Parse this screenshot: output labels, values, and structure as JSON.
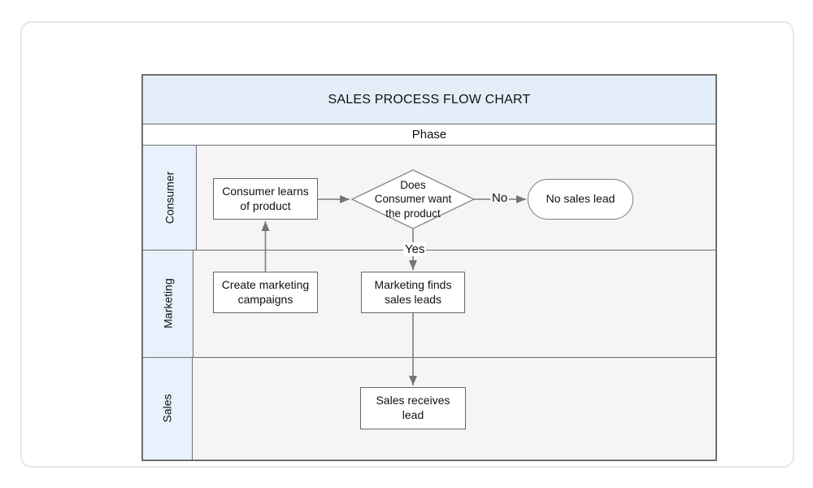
{
  "diagram": {
    "title": "SALES PROCESS FLOW CHART",
    "phase_label": "Phase",
    "lanes": [
      {
        "label": "Consumer"
      },
      {
        "label": "Marketing"
      },
      {
        "label": "Sales"
      }
    ],
    "nodes": {
      "consumer_learns": {
        "type": "process",
        "lane": "Consumer",
        "label": "Consumer learns of product",
        "lines": [
          "Consumer learns",
          "of product"
        ]
      },
      "decision": {
        "type": "decision",
        "lane": "Consumer",
        "label": "Does Consumer want the product",
        "lines": [
          "Does",
          "Consumer want",
          "the product"
        ]
      },
      "no_sales_lead": {
        "type": "terminator",
        "lane": "Consumer",
        "label": "No sales lead"
      },
      "create_marketing": {
        "type": "process",
        "lane": "Marketing",
        "label": "Create marketing campaigns",
        "lines": [
          "Create marketing",
          "campaigns"
        ]
      },
      "marketing_finds": {
        "type": "process",
        "lane": "Marketing",
        "label": "Marketing finds sales leads",
        "lines": [
          "Marketing finds",
          "sales leads"
        ]
      },
      "sales_receives": {
        "type": "process",
        "lane": "Sales",
        "label": "Sales receives lead",
        "lines": [
          "Sales receives",
          "lead"
        ]
      }
    },
    "edges": [
      {
        "from": "consumer_learns",
        "to": "decision",
        "label": ""
      },
      {
        "from": "decision",
        "to": "no_sales_lead",
        "label": "No"
      },
      {
        "from": "decision",
        "to": "marketing_finds",
        "label": "Yes"
      },
      {
        "from": "create_marketing",
        "to": "consumer_learns",
        "label": ""
      },
      {
        "from": "marketing_finds",
        "to": "sales_receives",
        "label": ""
      }
    ],
    "colors": {
      "title_bg": "#e3eef9",
      "lane_label_bg": "#e8f1fc",
      "lane_bg": "#f5f5f5",
      "grid_border": "#6e6e6e",
      "node_border": "#666666",
      "connector": "#7d7d7d",
      "card_border": "#e7e7e7"
    }
  }
}
